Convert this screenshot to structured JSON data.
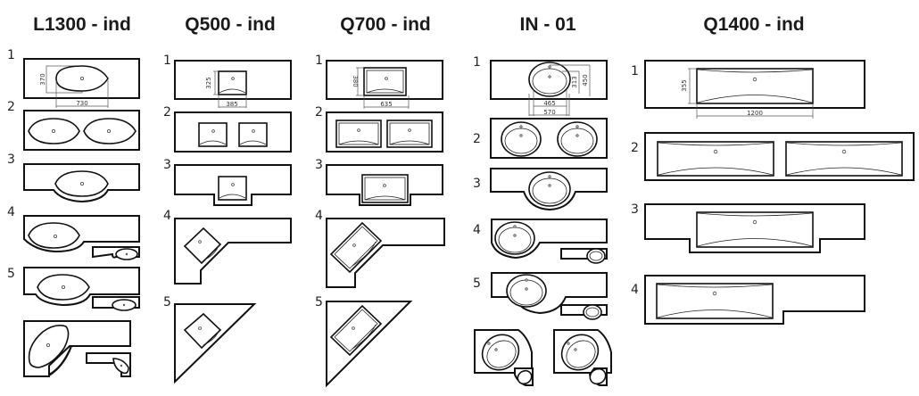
{
  "sheet": {
    "description": "Washbasin countertop configuration catalog",
    "columns": [
      {
        "title": "L1300 - ind",
        "variants": [
          "1",
          "2",
          "3",
          "4",
          "5",
          ""
        ],
        "dimensions": {
          "height": "370",
          "width": "730"
        }
      },
      {
        "title": "Q500 - ind",
        "variants": [
          "1",
          "2",
          "3",
          "4",
          "5"
        ],
        "dimensions": {
          "height": "325",
          "width": "385"
        }
      },
      {
        "title": "Q700 - ind",
        "variants": [
          "1",
          "2",
          "3",
          "4",
          "5"
        ],
        "dimensions": {
          "height": "380",
          "width": "635"
        }
      },
      {
        "title": "IN - 01",
        "variants": [
          "1",
          "2",
          "3",
          "4",
          "5",
          ""
        ],
        "dimensions": {
          "inner_height": "313",
          "outer_height": "450",
          "inner_width": "465",
          "outer_width": "570"
        }
      },
      {
        "title": "Q1400 - ind",
        "variants": [
          "1",
          "2",
          "3",
          "4"
        ],
        "dimensions": {
          "height": "355",
          "width": "1200"
        }
      }
    ]
  },
  "colors": {
    "line": "#111111",
    "background": "#ffffff",
    "dimension": "#555555"
  }
}
